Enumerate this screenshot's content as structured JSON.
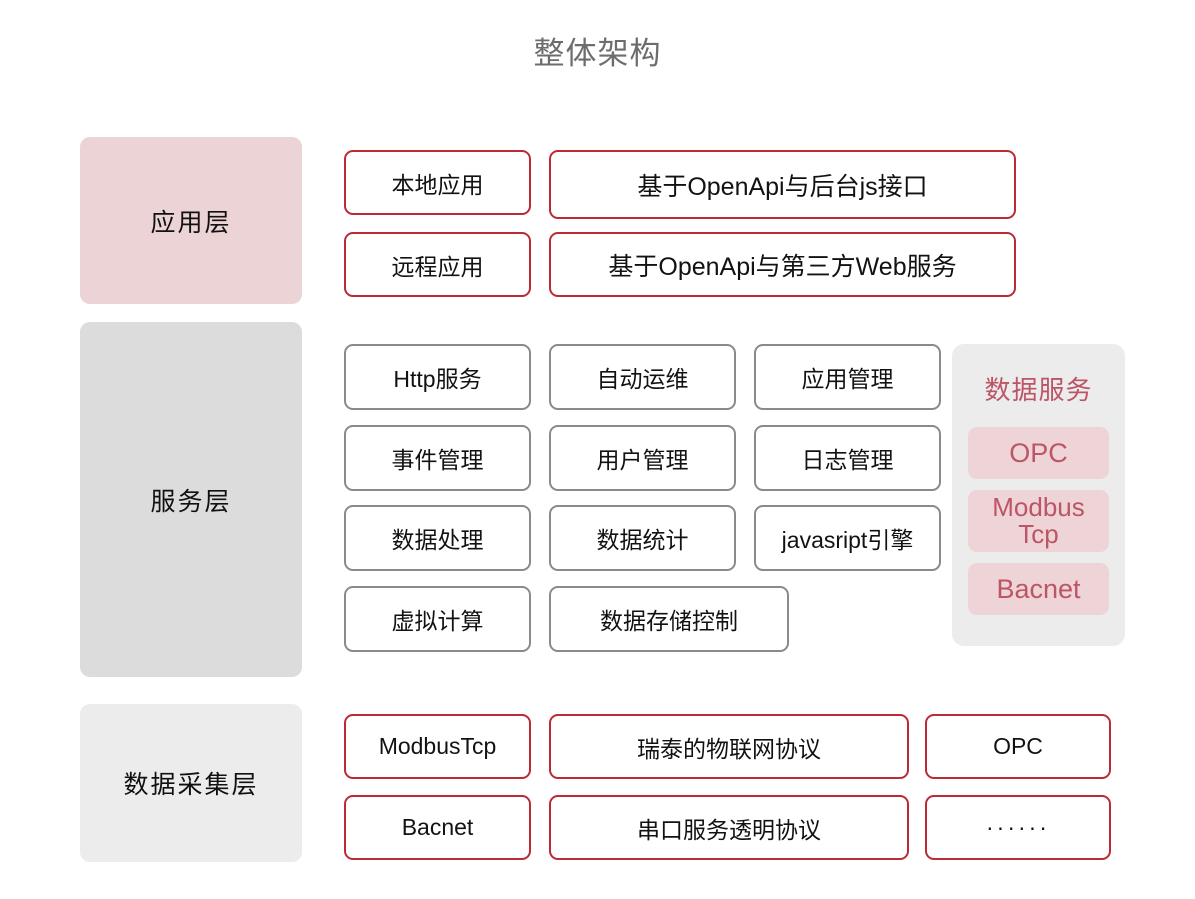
{
  "title": "整体架构",
  "layers": [
    {
      "id": "application",
      "label": "应用层",
      "bg_color": "#ecd3d5",
      "box_border_color": "#bc2a36",
      "rows": [
        [
          "本地应用",
          "基于OpenApi与后台js接口"
        ],
        [
          "远程应用",
          "基于OpenApi与第三方Web服务"
        ]
      ]
    },
    {
      "id": "service",
      "label": "服务层",
      "bg_color": "#dcdcdc",
      "box_border_color": "#8a8a8a",
      "rows": [
        [
          "Http服务",
          "自动运维",
          "应用管理"
        ],
        [
          "事件管理",
          "用户管理",
          "日志管理"
        ],
        [
          "数据处理",
          "数据统计",
          "javasript引擎"
        ],
        [
          "虚拟计算",
          "数据存储控制"
        ]
      ],
      "data_service": {
        "title": "数据服务",
        "panel_bg": "#ececec",
        "chip_bg": "#eed4d6",
        "chip_text_color": "#bc5566",
        "items": [
          {
            "line1": "OPC",
            "line2": ""
          },
          {
            "line1": "Modbus",
            "line2": "Tcp"
          },
          {
            "line1": "Bacnet",
            "line2": ""
          }
        ]
      }
    },
    {
      "id": "collection",
      "label": "数据采集层",
      "bg_color": "#ececec",
      "box_border_color": "#bc2a36",
      "rows": [
        [
          "ModbusTcp",
          "瑞泰的物联网协议",
          "OPC"
        ],
        [
          "Bacnet",
          "串口服务透明协议",
          "······"
        ]
      ]
    }
  ]
}
